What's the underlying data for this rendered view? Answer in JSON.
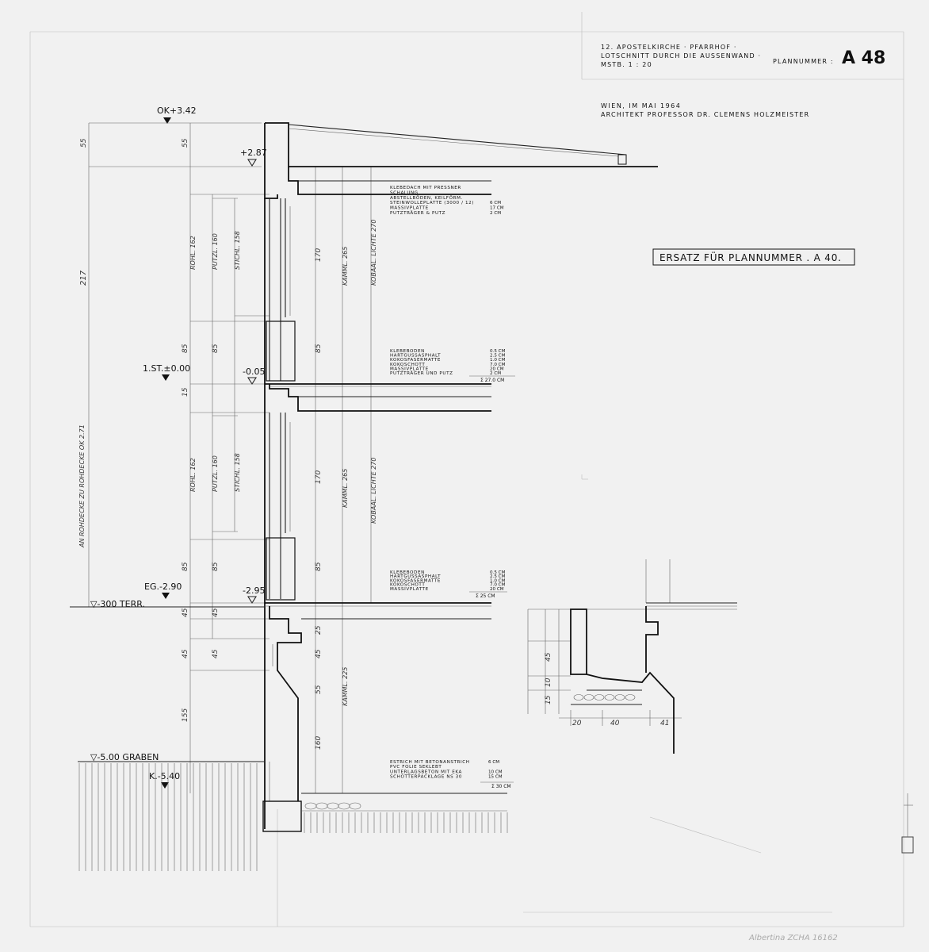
{
  "title_block": {
    "line1": "12. APOSTELKIRCHE · PFARRHOF ·",
    "line2": "LOTSCHNITT DURCH DIE AUSSENWAND ·",
    "line3": "MSTB. 1 : 20",
    "plan_label": "PLANNUMMER :",
    "plan_number": "A 48",
    "author_line1": "WIEN, IM MAI 1964",
    "author_line2": "ARCHITEKT PROFESSOR DR. CLEMENS HOLZMEISTER"
  },
  "replacement_note": "ERSATZ FÜR PLANNUMMER . A 40.",
  "levels": {
    "ok_top": "OK+3.42",
    "l287": "+2.87",
    "first_floor": "1.ST.±0.00",
    "l005": "-0.05",
    "ground_floor": "EG.-2.90",
    "l295": "-2.95",
    "terrace": "▽-300 TERR.",
    "moat": "▽-5.00 GRABEN",
    "cellar": "K.-5.40"
  },
  "roof_layers": [
    {
      "name": "KLEBEDACH MIT PRESSNER",
      "value": ""
    },
    {
      "name": "SCHALUNG",
      "value": ""
    },
    {
      "name": "ABSTELLBÖDEN, KEILFÖRM.",
      "value": ""
    },
    {
      "name": "STEINWOLLEPLATTE (3000 / 12)",
      "value": "6 CM"
    },
    {
      "name": "MASSIVPLATTE",
      "value": "17 CM"
    },
    {
      "name": "PUTZTRÄGER & PUTZ",
      "value": "2 CM"
    }
  ],
  "floor1_layers": [
    {
      "name": "KLEBEBODEN",
      "value": "0.5 CM"
    },
    {
      "name": "HARTGUSSASPHALT",
      "value": "2.5 CM"
    },
    {
      "name": "KOKOSFASERMATTE",
      "value": "1.0 CM"
    },
    {
      "name": "KOKOSCHOTT",
      "value": "7.0 CM"
    },
    {
      "name": "MASSIVPLATTE",
      "value": "20 CM"
    },
    {
      "name": "PUTZTRÄGER UND PUTZ",
      "value": "2 CM"
    }
  ],
  "floor1_total": "Σ 27.0 CM",
  "floor0_layers": [
    {
      "name": "KLEBEBODEN",
      "value": "0.5 CM"
    },
    {
      "name": "HARTGUSSASPHALT",
      "value": "2.5 CM"
    },
    {
      "name": "KOKOSFASERMATTE",
      "value": "1.0 CM"
    },
    {
      "name": "KOKOSCHOTT",
      "value": "7.0 CM"
    },
    {
      "name": "MASSIVPLATTE",
      "value": "20 CM"
    }
  ],
  "floor0_total": "Σ 25 CM",
  "base_layers": [
    {
      "name": "ESTRICH MIT BETONANSTRICH",
      "value": "6 CM"
    },
    {
      "name": "PVC FOLIE SEKLEBT",
      "value": ""
    },
    {
      "name": "UNTERLAGSBETON MIT EKA",
      "value": "10 CM"
    },
    {
      "name": "SCHOTTERPACKLAGE NS 30",
      "value": "15 CM"
    }
  ],
  "base_total": "Σ 30 CM",
  "dims_left": {
    "d55": "55",
    "d217": "217",
    "d85a": "85",
    "d15": "15",
    "d85b": "85",
    "d45a": "45",
    "d45b": "45",
    "d155": "155",
    "side_note": "AN ROHDECKE ZU ROHDECKE OK 2.71"
  },
  "dims_col2": {
    "r1": "ROHL. 162",
    "r2": "ROHL. 162",
    "p1": "PUTZL. 160",
    "p2": "PUTZL. 160",
    "s1": "STICHL. 158",
    "s2": "STICHL. 158",
    "d85a": "85",
    "d85b": "85",
    "d45a": "45",
    "d45b": "45"
  },
  "dims_col3": {
    "d170a": "170",
    "d170b": "170",
    "d85a": "85",
    "d85b": "85",
    "d55": "55",
    "d160": "160",
    "d25": "25",
    "d45": "45"
  },
  "dims_col4": {
    "k1": "KAMML. 265",
    "k2": "KAMML. 265",
    "k3": "KAMML. 225",
    "kl1": "KOBAAL. LICHTE 270",
    "kl2": "KOBAAL. LICHTE 270"
  },
  "detail": {
    "d20": "20",
    "d40": "40",
    "d41": "41",
    "d45": "45",
    "d10": "10",
    "d15": "15"
  },
  "signature": "Albertina ZCHA 16162"
}
